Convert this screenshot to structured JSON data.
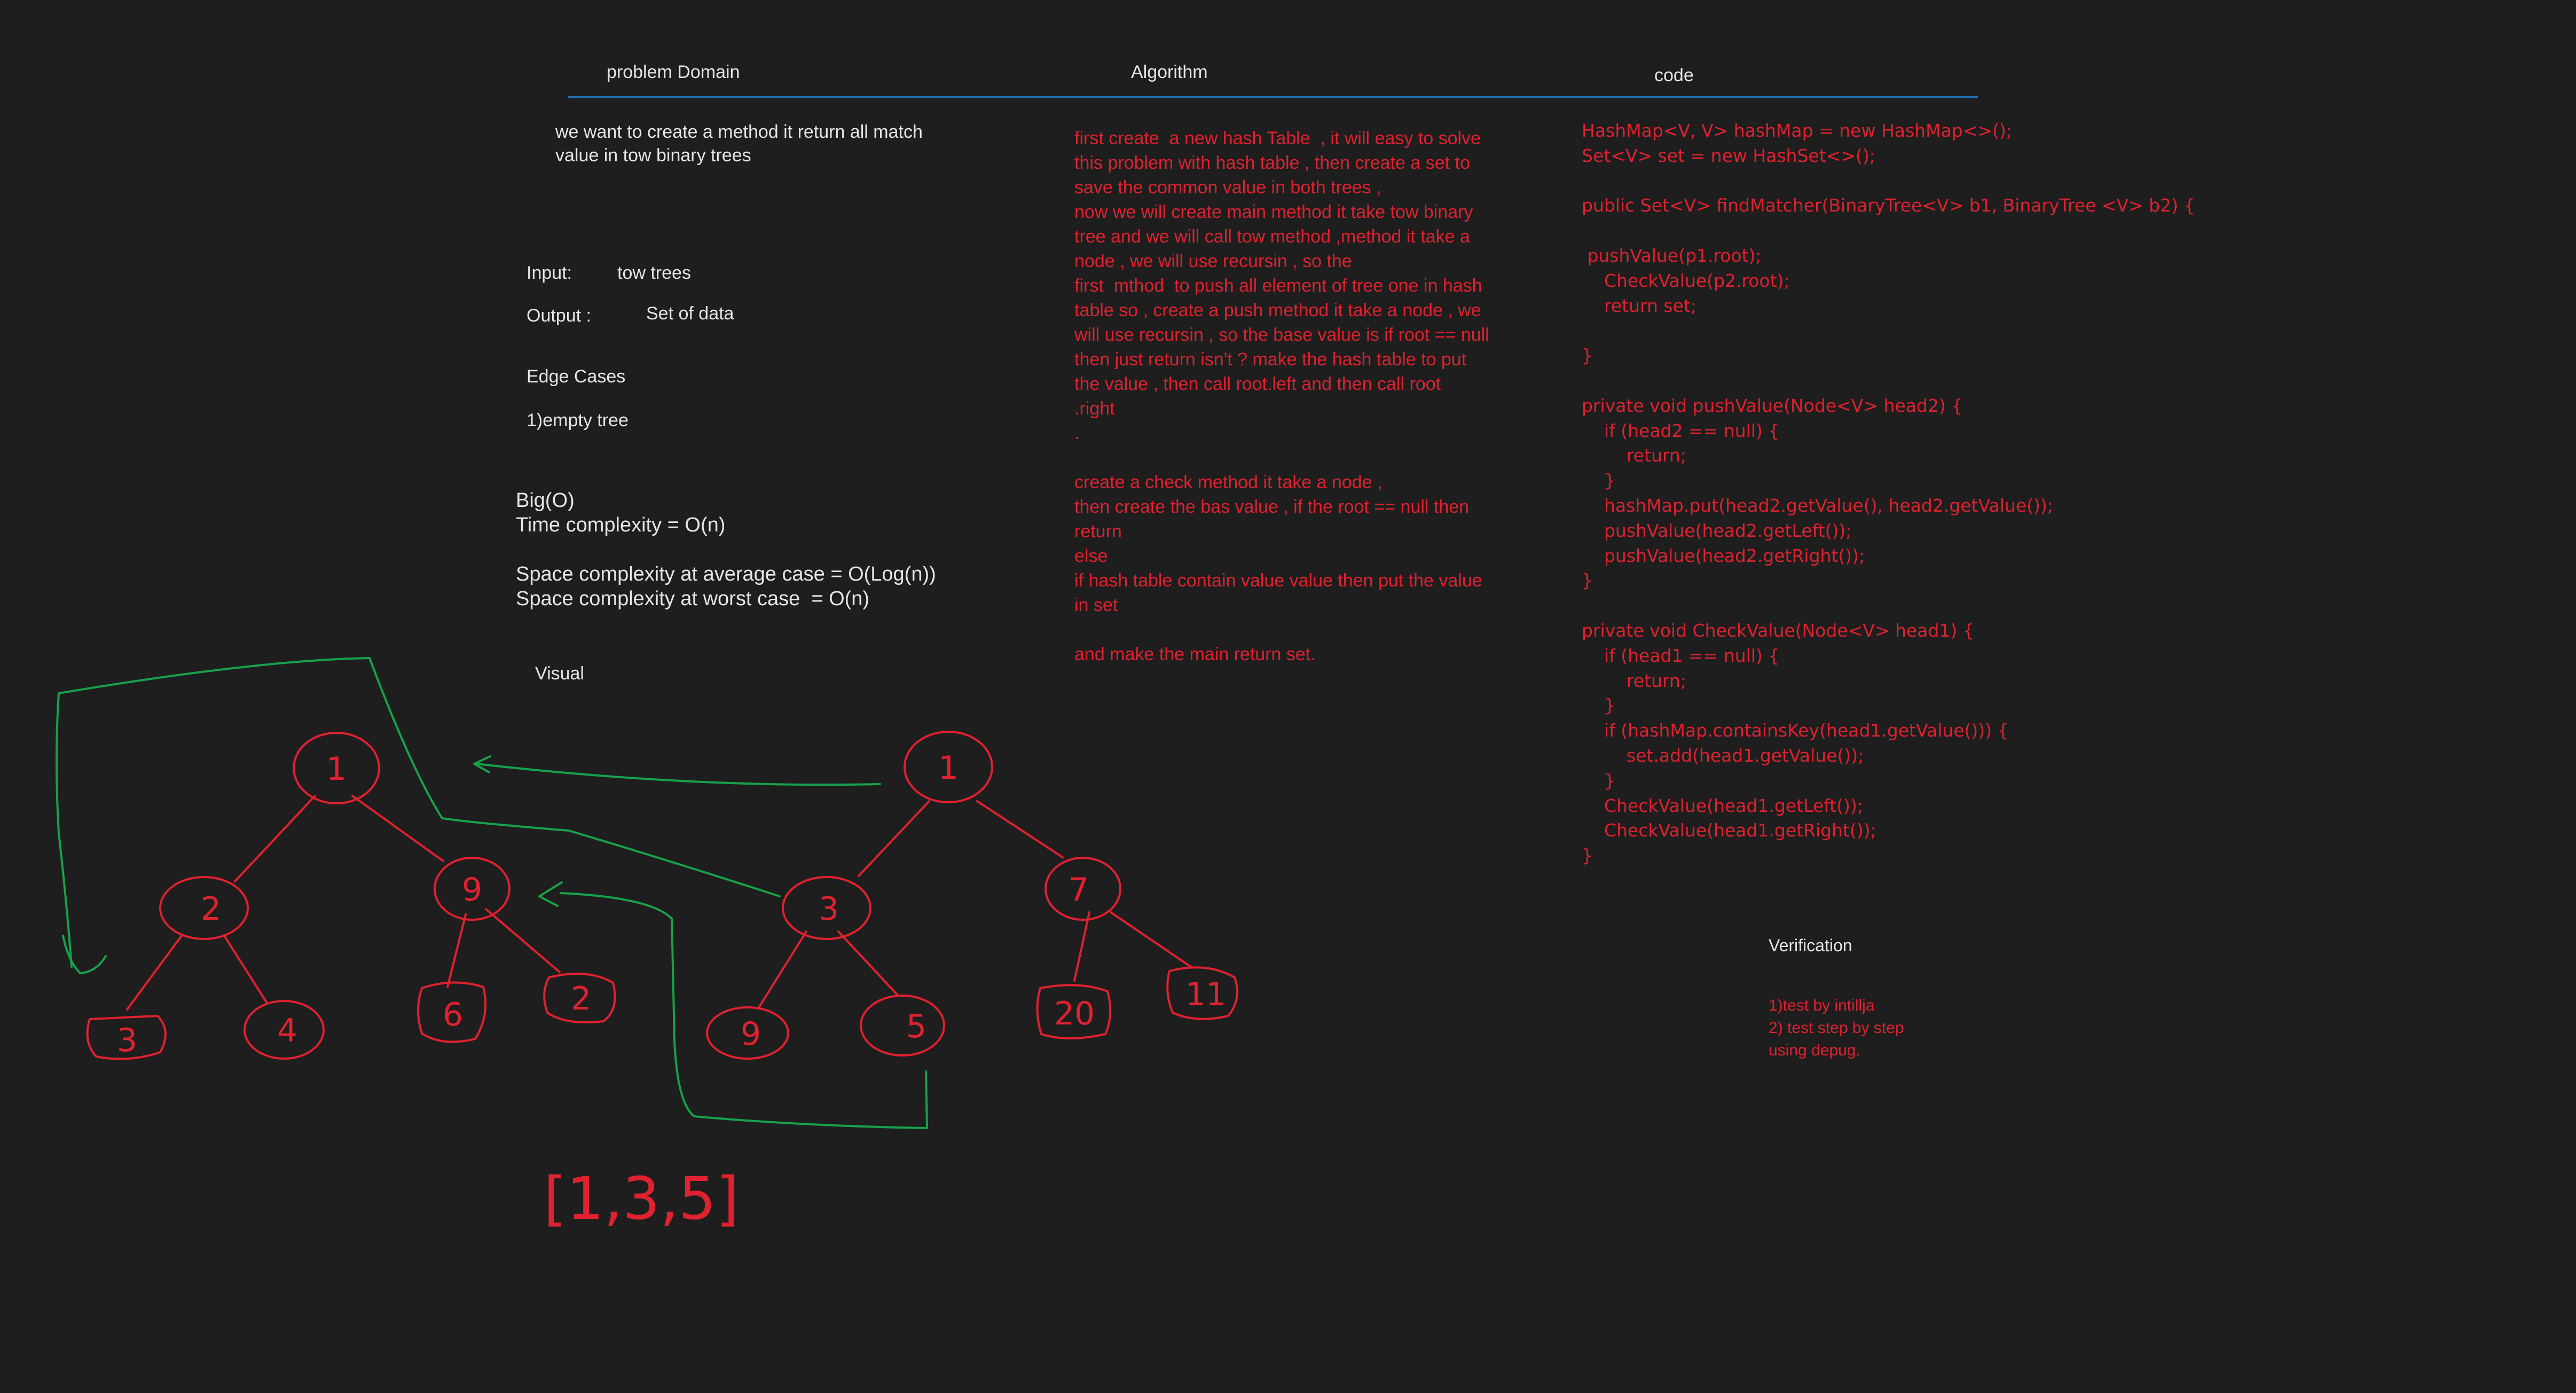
{
  "headers": {
    "problem": "problem Domain",
    "algorithm": "Algorithm",
    "code": "code"
  },
  "problem": {
    "desc_line1": "we want to create a method it return all match",
    "desc_line2": "value in tow binary trees",
    "input_label": "Input:",
    "input_value": "tow trees",
    "output_label": "Output :",
    "output_value": "Set of data",
    "edge_title": "Edge Cases",
    "edge_1": "1)empty tree",
    "bigo_title": "Big(O)",
    "time": "Time complexity = O(n)",
    "space_avg": "Space complexity at average case = O(Log(n))",
    "space_worst": "Space complexity at worst case  = O(n)",
    "visual": "Visual"
  },
  "algorithm_text": "first create  a new hash Table  , it will easy to solve\nthis problem with hash table , then create a set to\nsave the common value in both trees ,\nnow we will create main method it take tow binary\ntree and we will call tow method ,method it take a\nnode , we will use recursin , so the\nfirst  mthod  to push all element of tree one in hash\ntable so , create a push method it take a node , we\nwill use recursin , so the base value is if root == null\nthen just return isn't ? make the hash table to put\nthe value , then call root.left and then call root\n.right\n.\n\ncreate a check method it take a node ,\nthen create the bas value , if the root == null then\nreturn\nelse\nif hash table contain value value then put the value\nin set\n\nand make the main return set.",
  "code_text": "HashMap<V, V> hashMap = new HashMap<>();\nSet<V> set = new HashSet<>();\n\npublic Set<V> findMatcher(BinaryTree<V> b1, BinaryTree <V> b2) {\n\n pushValue(p1.root);\n    CheckValue(p2.root);\n    return set;\n\n}\n\nprivate void pushValue(Node<V> head2) {\n    if (head2 == null) {\n        return;\n    }\n    hashMap.put(head2.getValue(), head2.getValue());\n    pushValue(head2.getLeft());\n    pushValue(head2.getRight());\n}\n\nprivate void CheckValue(Node<V> head1) {\n    if (head1 == null) {\n        return;\n    }\n    if (hashMap.containsKey(head1.getValue())) {\n        set.add(head1.getValue());\n    }\n    CheckValue(head1.getLeft());\n    CheckValue(head1.getRight());\n}",
  "verification": {
    "title": "Verification",
    "line1": "1)test by intillja",
    "line2": "2) test step by step",
    "line3": "using depug."
  },
  "tree1": {
    "root": "1",
    "left": "2",
    "right": "9",
    "ll": "3",
    "lr": "4",
    "rl": "6",
    "rr": "2"
  },
  "tree2": {
    "root": "1",
    "left": "3",
    "right": "7",
    "ll": "9",
    "lr": "5",
    "rl": "20",
    "rr": "11"
  },
  "result": "[1,3,5]",
  "colors": {
    "background": "#1e1e1e",
    "red": "#e0212f",
    "green": "#17a24a",
    "blue": "#1f6fb0",
    "white": "#e6e6e6"
  }
}
